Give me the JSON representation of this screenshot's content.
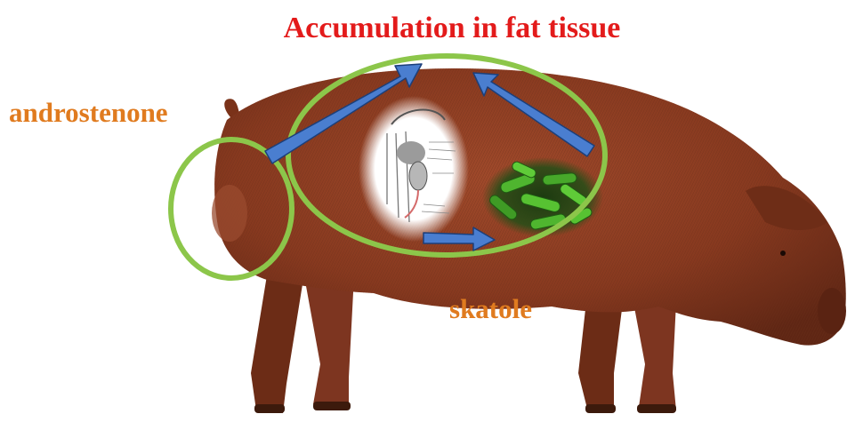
{
  "title": "Accumulation in fat tissue",
  "labels": {
    "androstenone": "androstenone",
    "skatole": "skatole"
  },
  "colors": {
    "title": "#e31b1b",
    "label": "#e07b1f",
    "circle": "#8cc64a",
    "arrow": "#4a7ed0",
    "arrow_stroke": "#1c3f7a",
    "pig_body": "#8a3f24",
    "bacteria": "#3f9b25"
  },
  "icons": {
    "pig": "pig-illustration",
    "anatomy": "anatomy-diagram-icon",
    "bacteria": "bacteria-icon"
  }
}
